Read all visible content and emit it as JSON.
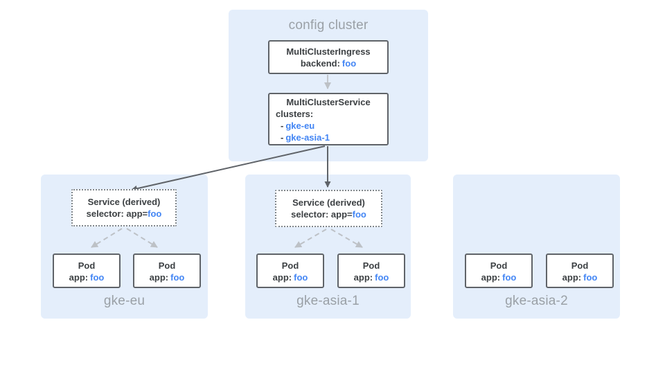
{
  "colors": {
    "cluster_bg": "#e4eefb",
    "node_border": "#5f6368",
    "node_border_dotted": "#80868b",
    "node_text": "#3c4043",
    "label_gray": "#9aa0a6",
    "link_blue": "#4285f4",
    "arrow_dark": "#5f6368",
    "arrow_light": "#bdc1c6"
  },
  "config_cluster": {
    "label": "config cluster",
    "mci": {
      "title": "MultiClusterIngress",
      "backend_label": "backend:",
      "backend_value": "foo"
    },
    "mcs": {
      "title": "MultiClusterService",
      "clusters_label": "clusters:",
      "items": [
        {
          "prefix": "-",
          "name": "gke-eu"
        },
        {
          "prefix": "-",
          "name": "gke-asia-1"
        }
      ]
    }
  },
  "service_box": {
    "title": "Service (derived)",
    "selector_label": "selector: app=",
    "selector_value": "foo"
  },
  "pod_box": {
    "title": "Pod",
    "app_label": "app:",
    "app_value": "foo"
  },
  "clusters": [
    {
      "name": "gke-eu"
    },
    {
      "name": "gke-asia-1"
    },
    {
      "name": "gke-asia-2"
    }
  ]
}
